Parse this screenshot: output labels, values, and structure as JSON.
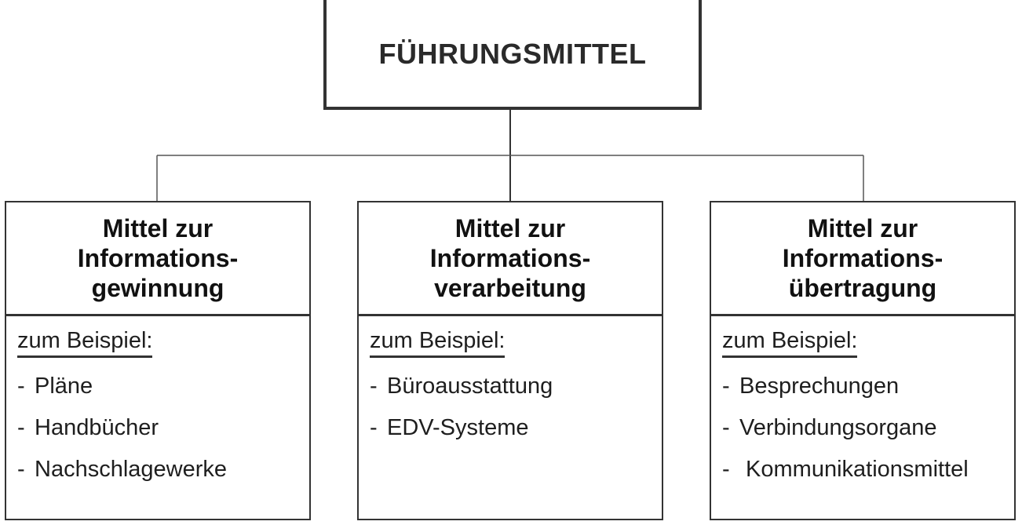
{
  "root": {
    "title": "FÜHRUNGSMITTEL"
  },
  "categories": [
    {
      "head_lines": [
        "Mittel zur",
        "Informations-",
        "gewinnung"
      ],
      "example_label": "zum Beispiel:",
      "items": [
        "Pläne",
        "Handbücher",
        "Nachschlagewerke"
      ]
    },
    {
      "head_lines": [
        "Mittel zur",
        "Informations-",
        "verarbeitung"
      ],
      "example_label": "zum Beispiel:",
      "items": [
        "Büroausstattung",
        "EDV-Systeme"
      ]
    },
    {
      "head_lines": [
        "Mittel zur",
        "Informations-",
        "übertragung"
      ],
      "example_label": "zum Beispiel:",
      "items": [
        "Besprechungen",
        "Verbindungsorgane",
        " Kommunikationsmittel"
      ]
    }
  ],
  "bullet": "-"
}
